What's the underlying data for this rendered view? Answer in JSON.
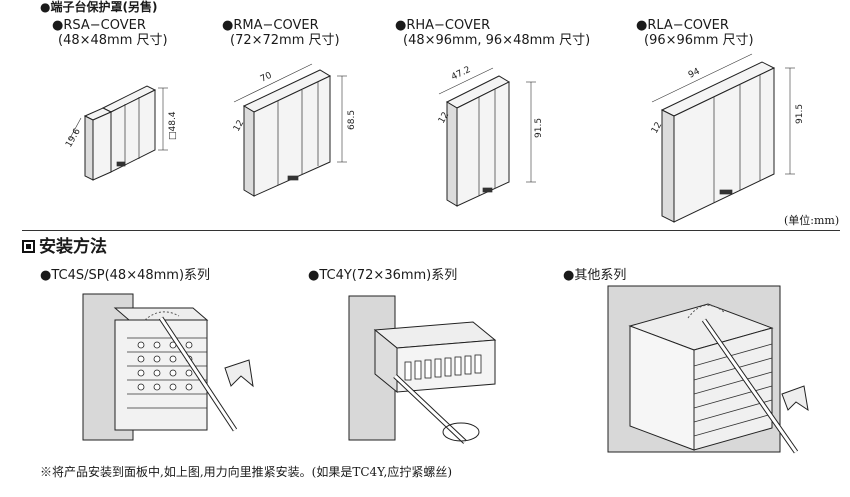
{
  "section_cover": {
    "title": "●端子台保护罩(另售)",
    "items": [
      {
        "name": "●RSA−COVER",
        "size": "(48×48mm 尺寸)",
        "dims": [
          "19.6",
          "□48.4"
        ]
      },
      {
        "name": "●RMA−COVER",
        "size": "(72×72mm 尺寸)",
        "dims": [
          "70",
          "12",
          "68.5"
        ]
      },
      {
        "name": "●RHA−COVER",
        "size": "(48×96mm, 96×48mm 尺寸)",
        "dims": [
          "47.2",
          "12",
          "91.5"
        ]
      },
      {
        "name": "●RLA−COVER",
        "size": "(96×96mm 尺寸)",
        "dims": [
          "94",
          "12",
          "91.5"
        ]
      }
    ],
    "unit": "(单位:mm)"
  },
  "section_install": {
    "title": "安装方法",
    "methods": [
      {
        "label": "●TC4S/SP(48×48mm)系列"
      },
      {
        "label": "●TC4Y(72×36mm)系列"
      },
      {
        "label": "●其他系列"
      }
    ],
    "note": "※将产品安装到面板中,如上图,用力向里推紧安装。(如果是TC4Y,应拧紧螺丝)"
  }
}
